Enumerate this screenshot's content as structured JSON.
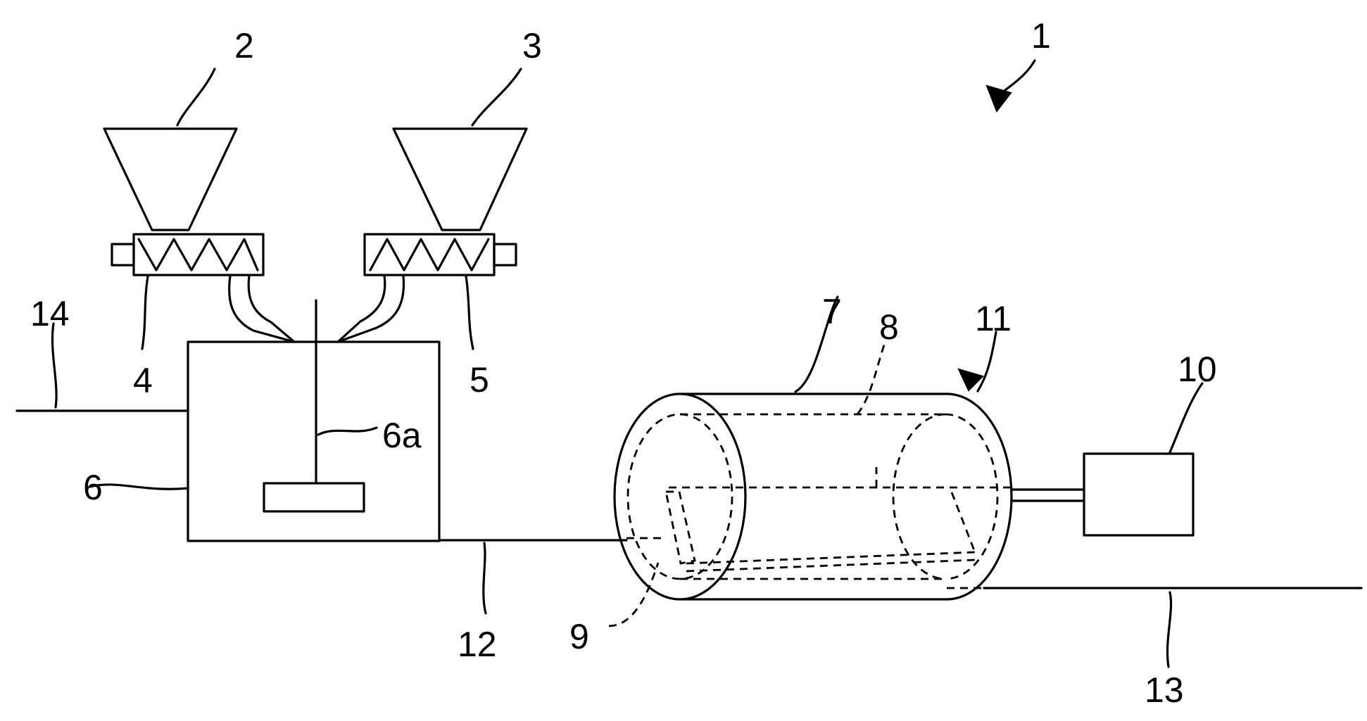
{
  "labels": {
    "apparatus": "1",
    "hopper_left": "2",
    "hopper_right": "3",
    "feeder_left": "4",
    "feeder_right": "5",
    "mixing_tank": "6",
    "agitator": "6a",
    "drum": "7",
    "inner_cylinder": "8",
    "inlet_pipe": "9",
    "drive_unit": "10",
    "mill": "11",
    "transfer_line": "12",
    "outlet_line": "13",
    "supply_line": "14"
  }
}
